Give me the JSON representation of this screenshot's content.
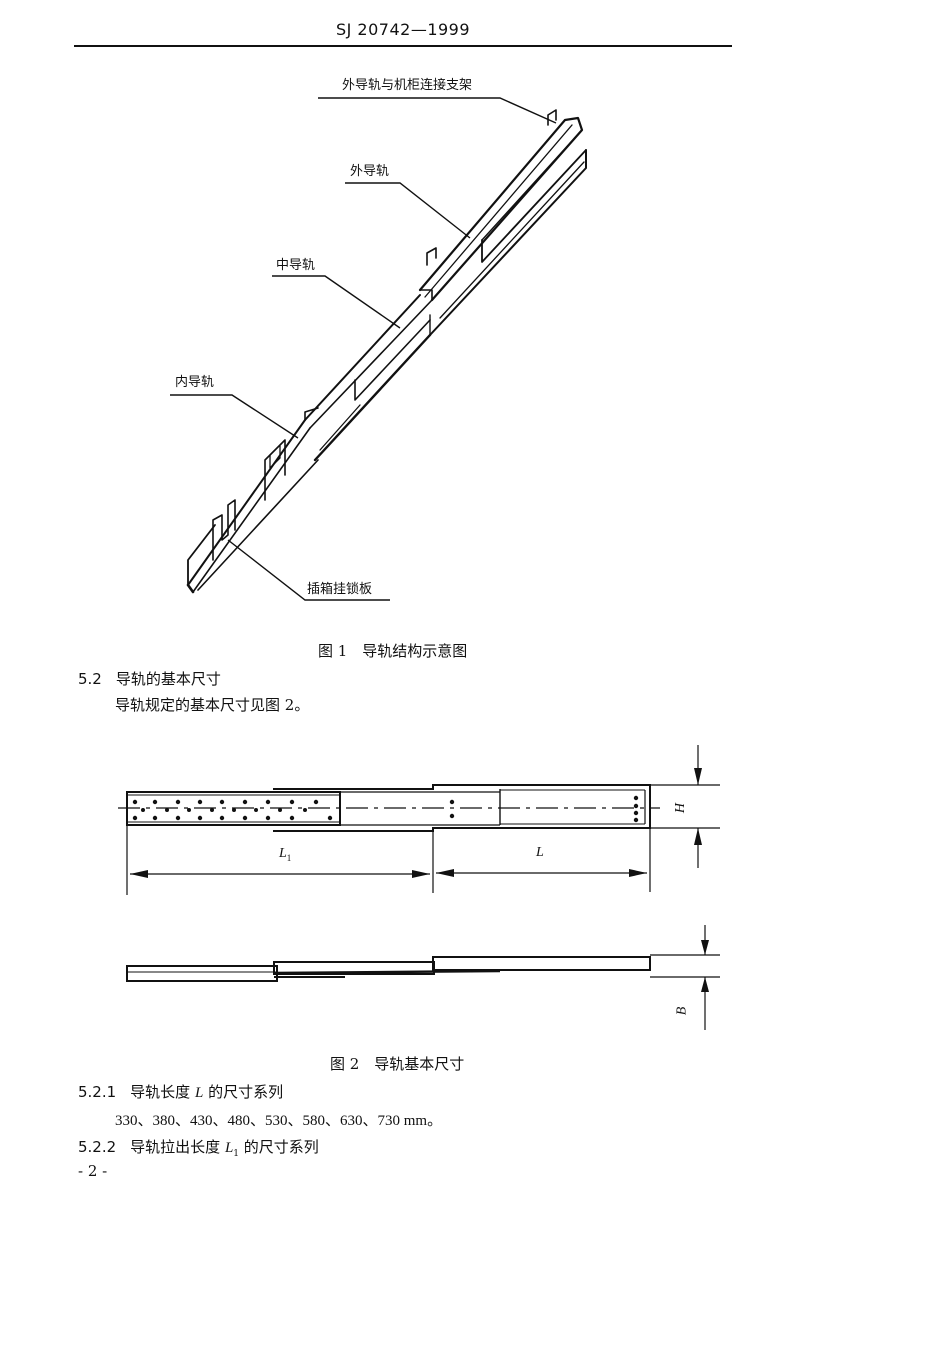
{
  "header": {
    "standard_code": "SJ 20742—1999"
  },
  "figure1": {
    "labels": {
      "bracket": "外导轨与机柜连接支架",
      "outer_rail": "外导轨",
      "middle_rail": "中导轨",
      "inner_rail": "内导轨",
      "lock_plate": "插箱挂锁板"
    },
    "caption": "图 1　导轨结构示意图"
  },
  "section_5_2": {
    "number": "5.2",
    "title": "导轨的基本尺寸",
    "body": "导轨规定的基本尺寸见图 2。"
  },
  "figure2": {
    "dim_labels": {
      "L1": "L",
      "L1_sub": "1",
      "L": "L",
      "H": "H",
      "B": "B"
    },
    "caption": "图 2　导轨基本尺寸"
  },
  "section_5_2_1": {
    "number": "5.2.1",
    "title_pre": "导轨长度 ",
    "title_var": "L",
    "title_post": " 的尺寸系列",
    "values": "330、380、430、480、530、580、630、730 mm。"
  },
  "section_5_2_2": {
    "number": "5.2.2",
    "title_pre": "导轨拉出长度 ",
    "title_var": "L",
    "title_sub": "1",
    "title_post": " 的尺寸系列"
  },
  "footer": {
    "page": "- 2 -"
  }
}
